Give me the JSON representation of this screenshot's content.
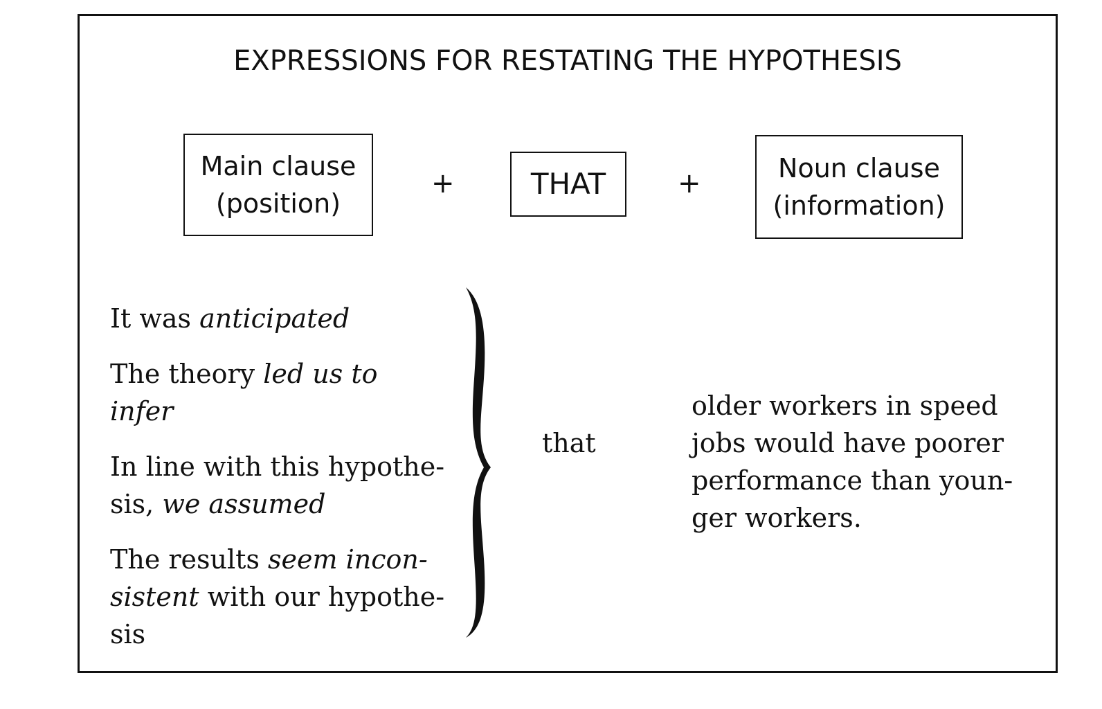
{
  "title": "EXPRESSIONS FOR RESTATING THE HYPOTHESIS",
  "formula": {
    "main_clause_label": "Main clause",
    "main_clause_note": "(position)",
    "plus_1": "+",
    "connector_label": "THAT",
    "plus_2": "+",
    "noun_clause_label": "Noun clause",
    "noun_clause_note": "(information)"
  },
  "examples": [
    {
      "parts": [
        {
          "text": "It was ",
          "italic": false
        },
        {
          "text": "anticipated",
          "italic": true
        }
      ]
    },
    {
      "parts": [
        {
          "text": "The theory ",
          "italic": false
        },
        {
          "text": "led us to",
          "italic": true
        },
        {
          "text": "\n",
          "italic": false
        },
        {
          "text": "infer",
          "italic": true
        }
      ]
    },
    {
      "parts": [
        {
          "text": "In line with this hypothe-",
          "italic": false
        },
        {
          "text": "\n",
          "italic": false
        },
        {
          "text": "sis, ",
          "italic": false
        },
        {
          "text": "we assumed",
          "italic": true
        }
      ]
    },
    {
      "parts": [
        {
          "text": "The results ",
          "italic": false
        },
        {
          "text": "seem incon-",
          "italic": true
        },
        {
          "text": "\n",
          "italic": false
        },
        {
          "text": "sistent",
          "italic": true
        },
        {
          "text": " with our hypothe-",
          "italic": false
        },
        {
          "text": "\n",
          "italic": false
        },
        {
          "text": "sis",
          "italic": false
        }
      ]
    }
  ],
  "connector": "that",
  "noun_clause_lines": [
    "older workers in speed",
    "jobs would have poorer",
    "performance than youn-",
    "ger workers."
  ]
}
